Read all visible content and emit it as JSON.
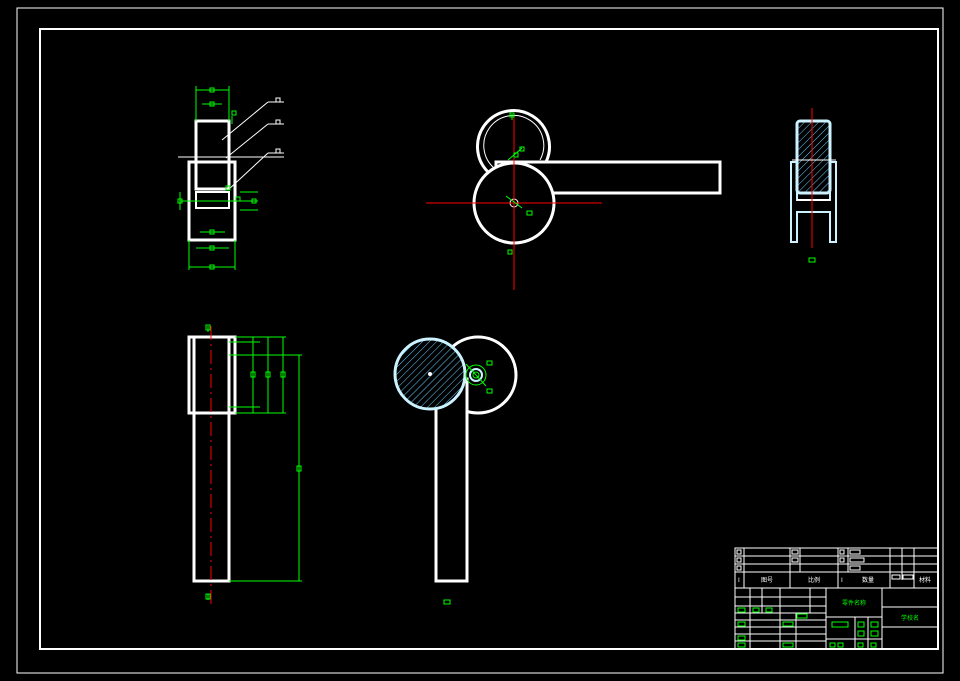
{
  "drawing": {
    "background": "#000000",
    "colors": {
      "outline": "#ffffff",
      "dimension": "#00ff00",
      "centerline": "#ff0000",
      "section": "#66ccff"
    },
    "title_block": {
      "cells": [
        "图号",
        "比例",
        "数量",
        "材料",
        "零件名称",
        "学校名"
      ]
    }
  }
}
